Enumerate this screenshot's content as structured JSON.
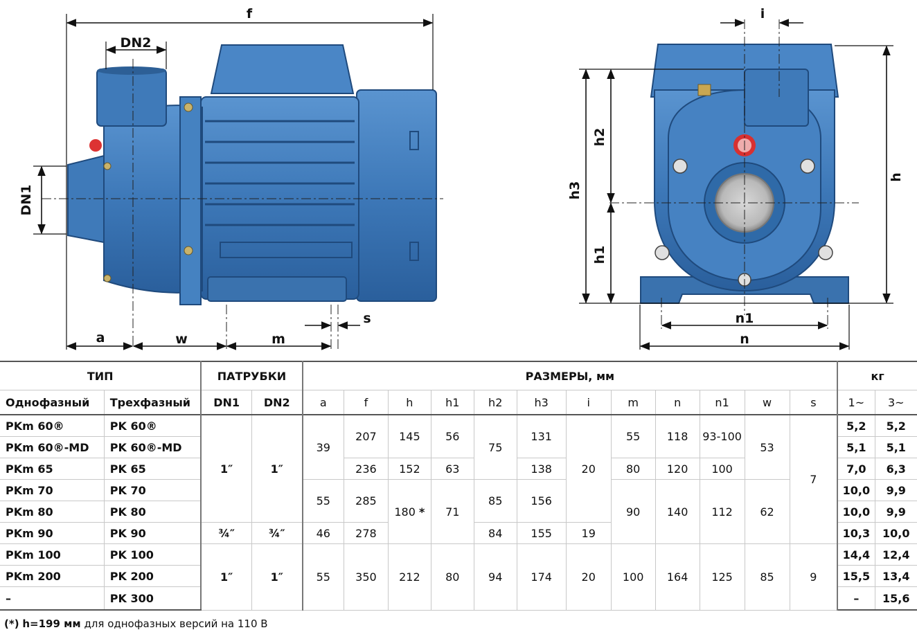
{
  "drawing": {
    "side_labels": {
      "f": "f",
      "dn2": "DN2",
      "dn1": "DN1",
      "a": "a",
      "w": "w",
      "m": "m",
      "s": "s"
    },
    "front_labels": {
      "i": "i",
      "h": "h",
      "h2": "h2",
      "h3": "h3",
      "h1": "h1",
      "n1": "n1",
      "n": "n"
    },
    "pump_body_color": "#3d78b8",
    "pump_dark_color": "#2a5f9c"
  },
  "table": {
    "groups": {
      "type": "ТИП",
      "ports": "ПАТРУБКИ",
      "dims": "РАЗМЕРЫ, мм",
      "weight": "кг"
    },
    "cols": {
      "single": "Однофазный",
      "three": "Трехфазный",
      "dn1": "DN1",
      "dn2": "DN2",
      "a": "a",
      "f": "f",
      "h": "h",
      "h1": "h1",
      "h2": "h2",
      "h3": "h3",
      "i": "i",
      "m": "m",
      "n": "n",
      "n1": "n1",
      "w": "w",
      "s": "s",
      "kg1": "1~",
      "kg3": "3~"
    },
    "models": [
      {
        "single": "PKm 60®",
        "three": "PK 60®",
        "kg1": "5,2",
        "kg3": "5,2"
      },
      {
        "single": "PKm 60®-MD",
        "three": "PK 60®-MD",
        "kg1": "5,1",
        "kg3": "5,1"
      },
      {
        "single": "PKm 65",
        "three": "PK 65",
        "kg1": "7,0",
        "kg3": "6,3"
      },
      {
        "single": "PKm 70",
        "three": "PK 70",
        "kg1": "10,0",
        "kg3": "9,9"
      },
      {
        "single": "PKm 80",
        "three": "PK 80",
        "kg1": "10,0",
        "kg3": "9,9"
      },
      {
        "single": "PKm 90",
        "three": "PK 90",
        "kg1": "10,3",
        "kg3": "10,0"
      },
      {
        "single": "PKm 100",
        "three": "PK 100",
        "kg1": "14,4",
        "kg3": "12,4"
      },
      {
        "single": "PKm 200",
        "three": "PK 200",
        "kg1": "15,5",
        "kg3": "13,4"
      },
      {
        "single": "–",
        "three": "PK 300",
        "kg1": "–",
        "kg3": "15,6"
      }
    ],
    "cells": {
      "dn_1inch": "1″",
      "dn_3q": "¾″",
      "a1": "39",
      "a2": "55",
      "a3": "46",
      "a4": "55",
      "f1": "207",
      "f2": "236",
      "f3": "285",
      "f4": "278",
      "f5": "350",
      "h1v": "145",
      "h2v": "152",
      "h3v": "180",
      "h_star": "*",
      "h4v": "212",
      "hh1_1": "56",
      "hh1_2": "63",
      "hh1_3": "71",
      "hh1_4": "80",
      "hh2_1": "75",
      "hh2_2": "85",
      "hh2_3": "84",
      "hh2_4": "94",
      "hh3_1": "131",
      "hh3_2": "138",
      "hh3_3": "156",
      "hh3_4": "155",
      "hh3_5": "174",
      "i1": "20",
      "i2": "19",
      "i3": "20",
      "m1": "55",
      "m2": "80",
      "m3": "90",
      "m4": "100",
      "n1v": "118",
      "n2v": "120",
      "n3v": "140",
      "n4v": "164",
      "nn1_1": "93-100",
      "nn1_2": "100",
      "nn1_3": "112",
      "nn1_4": "125",
      "w1": "53",
      "w2": "62",
      "w3": "85",
      "s1": "7",
      "s2": "9"
    }
  },
  "footnote": {
    "mark": "(*)",
    "bold": "h=199 мм",
    "rest": "для однофазных версий на 110 В"
  }
}
